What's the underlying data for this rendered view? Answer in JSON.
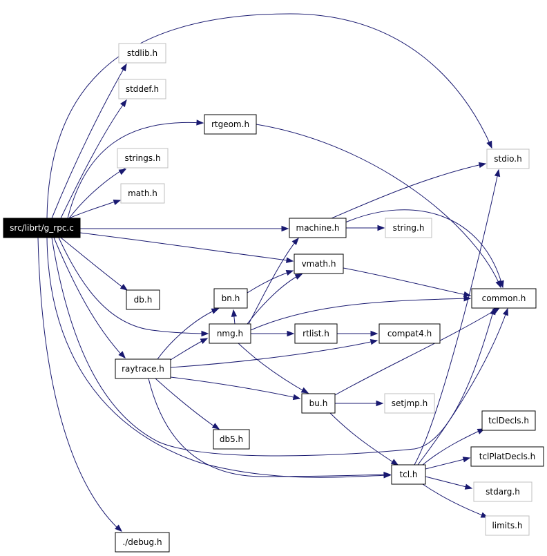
{
  "colors": {
    "edge": "#191970",
    "root_fill": "#000000",
    "root_text": "#ffffff",
    "node_fill": "#ffffff",
    "node_text": "#000000",
    "documented_border": "#000000",
    "undocumented_border": "#bfbfbf"
  },
  "nodes": {
    "root": "src/librt/g_rpc.c",
    "stdlib": "stdlib.h",
    "stddef": "stddef.h",
    "rtgeom": "rtgeom.h",
    "strings": "strings.h",
    "math": "math.h",
    "stdio": "stdio.h",
    "machine": "machine.h",
    "string": "string.h",
    "vmath": "vmath.h",
    "db": "db.h",
    "bn": "bn.h",
    "common": "common.h",
    "nmg": "nmg.h",
    "rtlist": "rtlist.h",
    "compat4": "compat4.h",
    "raytrace": "raytrace.h",
    "bu": "bu.h",
    "setjmp": "setjmp.h",
    "db5": "db5.h",
    "tclDecls": "tclDecls.h",
    "tclPlatDecls": "tclPlatDecls.h",
    "tcl": "tcl.h",
    "stdarg": "stdarg.h",
    "limits": "limits.h",
    "debug": "./debug.h"
  }
}
